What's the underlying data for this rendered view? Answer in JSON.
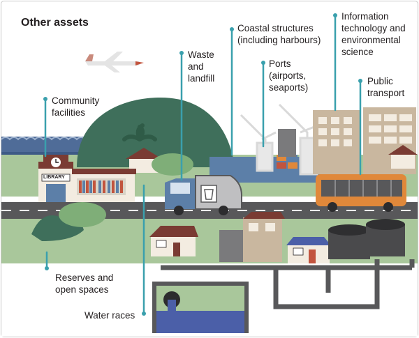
{
  "title": "Other assets",
  "labels": {
    "waste": "Waste\nand\nlandfill",
    "coastal": "Coastal structures\n(including harbours)",
    "it": "Information\ntechnology and\nenvironmental\nscience",
    "ports": "Ports\n(airports,\nseaports)",
    "public_transport": "Public\ntransport",
    "community": "Community\nfacilities",
    "reserves": "Reserves and\nopen spaces",
    "water_races": "Water races"
  },
  "signs": {
    "library": "LIBRARY"
  },
  "colors": {
    "leader": "#3aa0ad",
    "road": "#58585a",
    "grass": "#a9c79b",
    "dark_green": "#3f6f5b",
    "hill": "#527e67",
    "sky_water": "#5c7fa8",
    "bus": "#e0883a",
    "water": "#4b5fa8"
  }
}
